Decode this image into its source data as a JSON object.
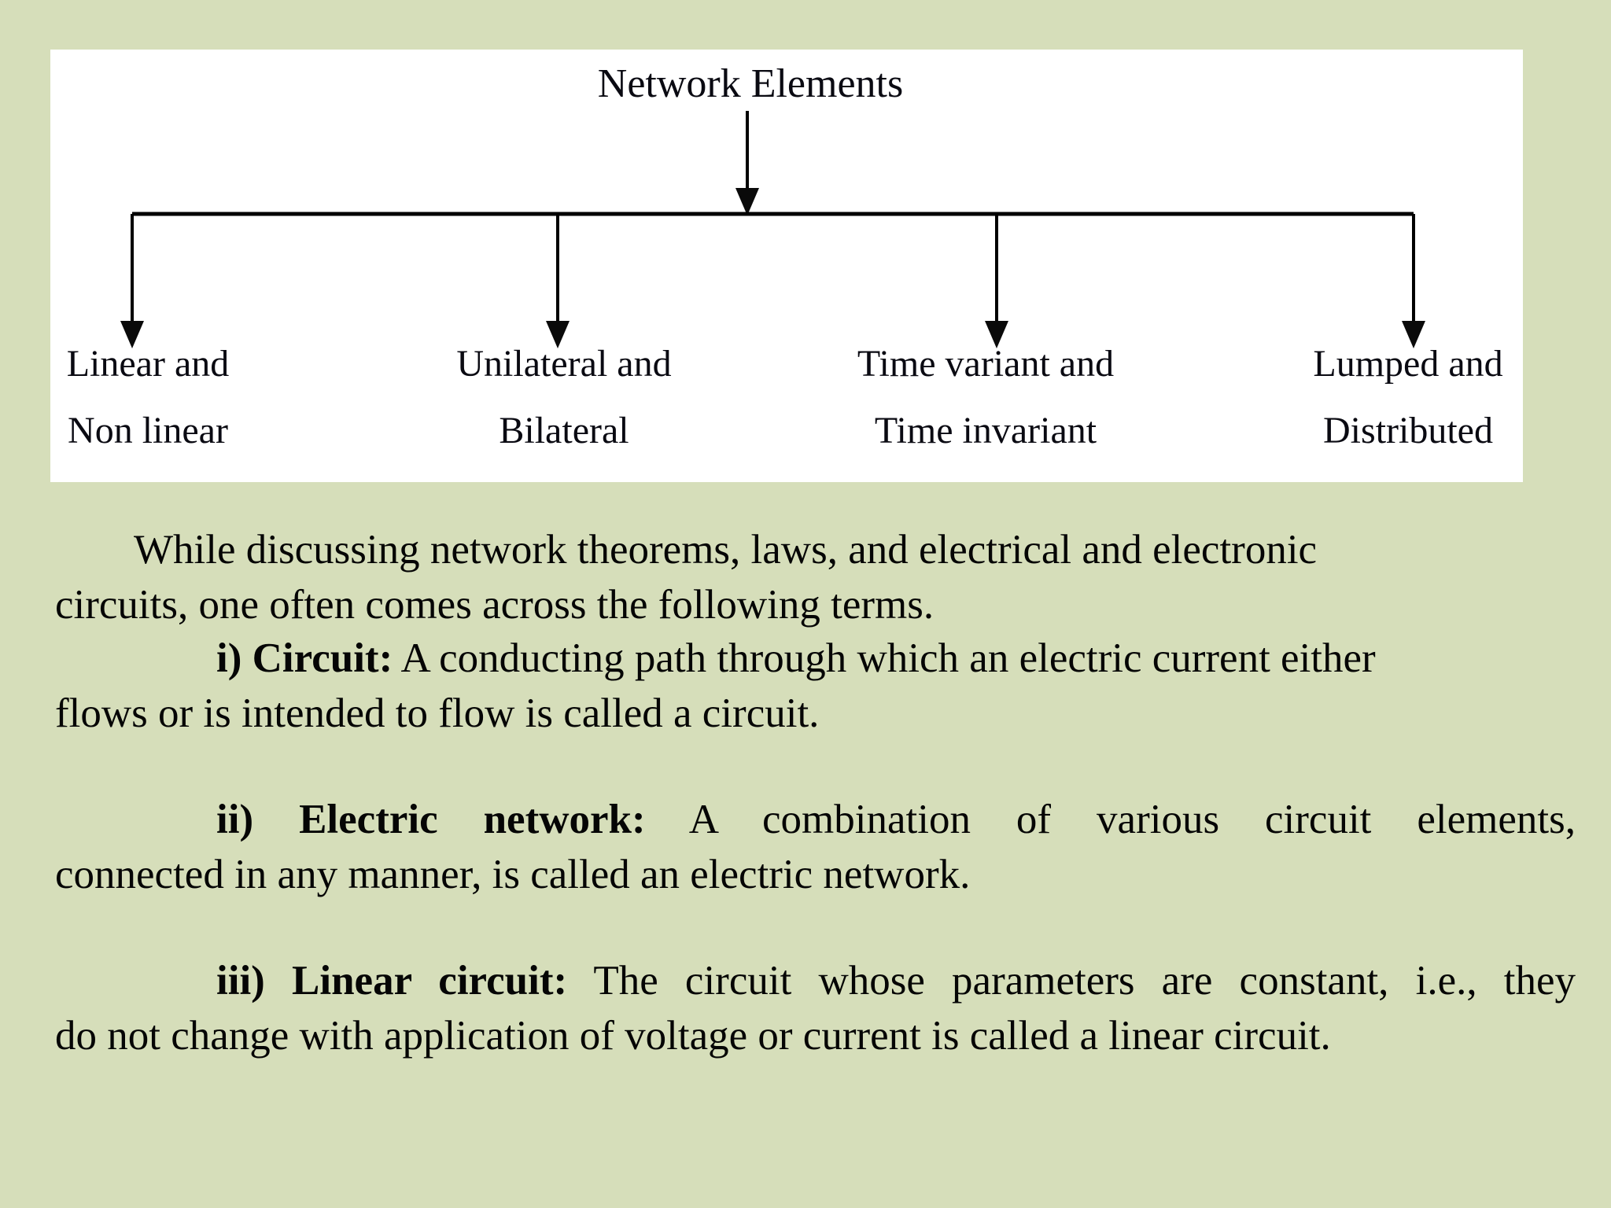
{
  "page": {
    "background_color": "#d6deba",
    "panel_color": "#ffffff",
    "text_color": "#050505",
    "line_color": "#000000"
  },
  "diagram": {
    "title": "Network Elements",
    "branches": [
      {
        "line1": "Linear and",
        "line2": "Non linear"
      },
      {
        "line1": "Unilateral and",
        "line2": "Bilateral"
      },
      {
        "line1": "Time variant and",
        "line2": "Time invariant"
      },
      {
        "line1": "Lumped and",
        "line2": "Distributed"
      }
    ]
  },
  "body": {
    "intro": {
      "line1": "While discussing network theorems, laws, and electrical and electronic",
      "line2": "circuits, one often comes across the following terms."
    },
    "definitions": [
      {
        "label": "i) Circuit:",
        "line1_rest": "A conducting path through which an electric current either",
        "line2": "flows or is intended to flow is called a circuit."
      },
      {
        "label": "ii) Electric network:",
        "line1_rest": "A combination of various circuit elements,",
        "line2": "connected in any manner, is called an electric network."
      },
      {
        "label": "iii) Linear circuit:",
        "line1_rest": "The circuit whose parameters are constant, i.e., they",
        "line2": "do not change with application of voltage or current is called a linear circuit."
      }
    ]
  }
}
